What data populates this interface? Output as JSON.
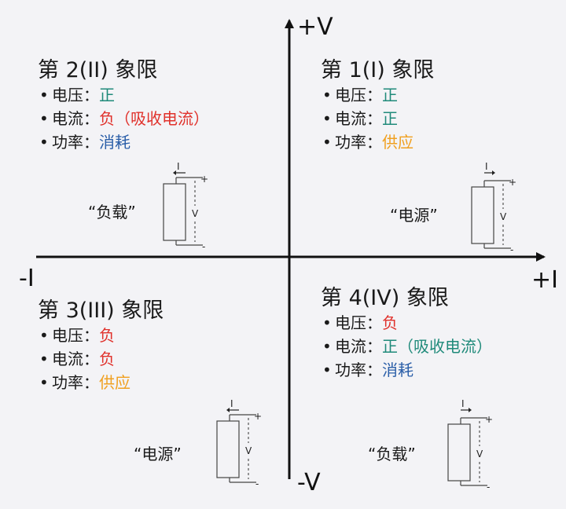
{
  "axes": {
    "pos_v": "+V",
    "neg_v": "-V",
    "pos_i": "+I",
    "neg_i": "-I"
  },
  "labels": {
    "voltage": "电压：",
    "current": "电流：",
    "power": "功率：",
    "bullet": "•"
  },
  "quadrants": {
    "q1": {
      "title": "第 1(I) 象限",
      "voltage": "正",
      "current": "正",
      "power": "供应",
      "role": "“电源”"
    },
    "q2": {
      "title": "第 2(II) 象限",
      "voltage": "正",
      "current": "负（吸收电流）",
      "power": "消耗",
      "role": "“负载”"
    },
    "q3": {
      "title": "第 3(III) 象限",
      "voltage": "负",
      "current": "负",
      "power": "供应",
      "role": "“电源”"
    },
    "q4": {
      "title": "第 4(IV) 象限",
      "voltage": "负",
      "current": "正（吸收电流）",
      "power": "消耗",
      "role": "“负载”"
    }
  },
  "cell_symbol": {
    "current": "I",
    "voltage": "V",
    "plus": "+",
    "minus": "-"
  },
  "colors": {
    "positive": "#1f8a7a",
    "negative": "#e0312b",
    "consume": "#2a5ea8",
    "supply": "#f0a020",
    "axis": "#111111",
    "background": "#f3f3f6"
  }
}
